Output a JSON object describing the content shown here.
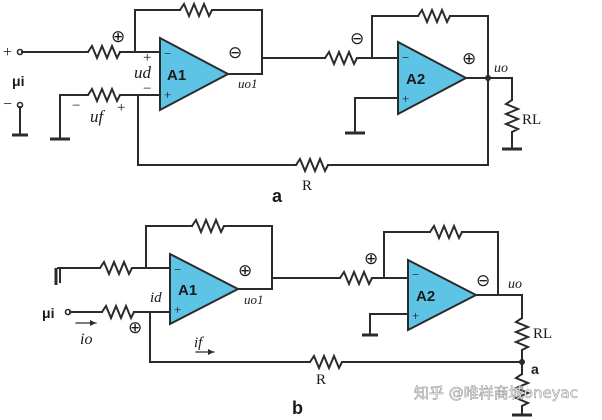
{
  "diagram_a": {
    "caption": "a",
    "amp1": "A1",
    "amp2": "A2",
    "in_plus": "+",
    "in_minus": "−",
    "source": "μi",
    "ud": "ud",
    "uf": "uf",
    "uf_plus": "+",
    "uf_minus": "−",
    "uo1": "uo1",
    "uo": "uo",
    "RL": "RL",
    "R": "R",
    "op1_minus": "−",
    "op1_plus": "+",
    "op2_minus": "−",
    "op2_plus": "+",
    "pol_op1_in": "⊕",
    "pol_op1_out": "⊖",
    "pol_op2_in": "⊖",
    "pol_op2_out": "⊕",
    "ud_plus": "+",
    "ud_minus": "−"
  },
  "diagram_b": {
    "caption": "b",
    "amp1": "A1",
    "amp2": "A2",
    "source": "μi",
    "io": "io",
    "id": "id",
    "if": "if",
    "uo1": "uo1",
    "uo": "uo",
    "RL": "RL",
    "R": "R",
    "a": "a",
    "op1_minus": "−",
    "op1_plus": "+",
    "op2_minus": "−",
    "op2_plus": "+",
    "pol_in": "⊕",
    "pol_op1_out": "⊕",
    "pol_op2_in": "⊕",
    "pol_op2_out": "⊖"
  },
  "watermark": "知乎 @唯样商城oneyac"
}
